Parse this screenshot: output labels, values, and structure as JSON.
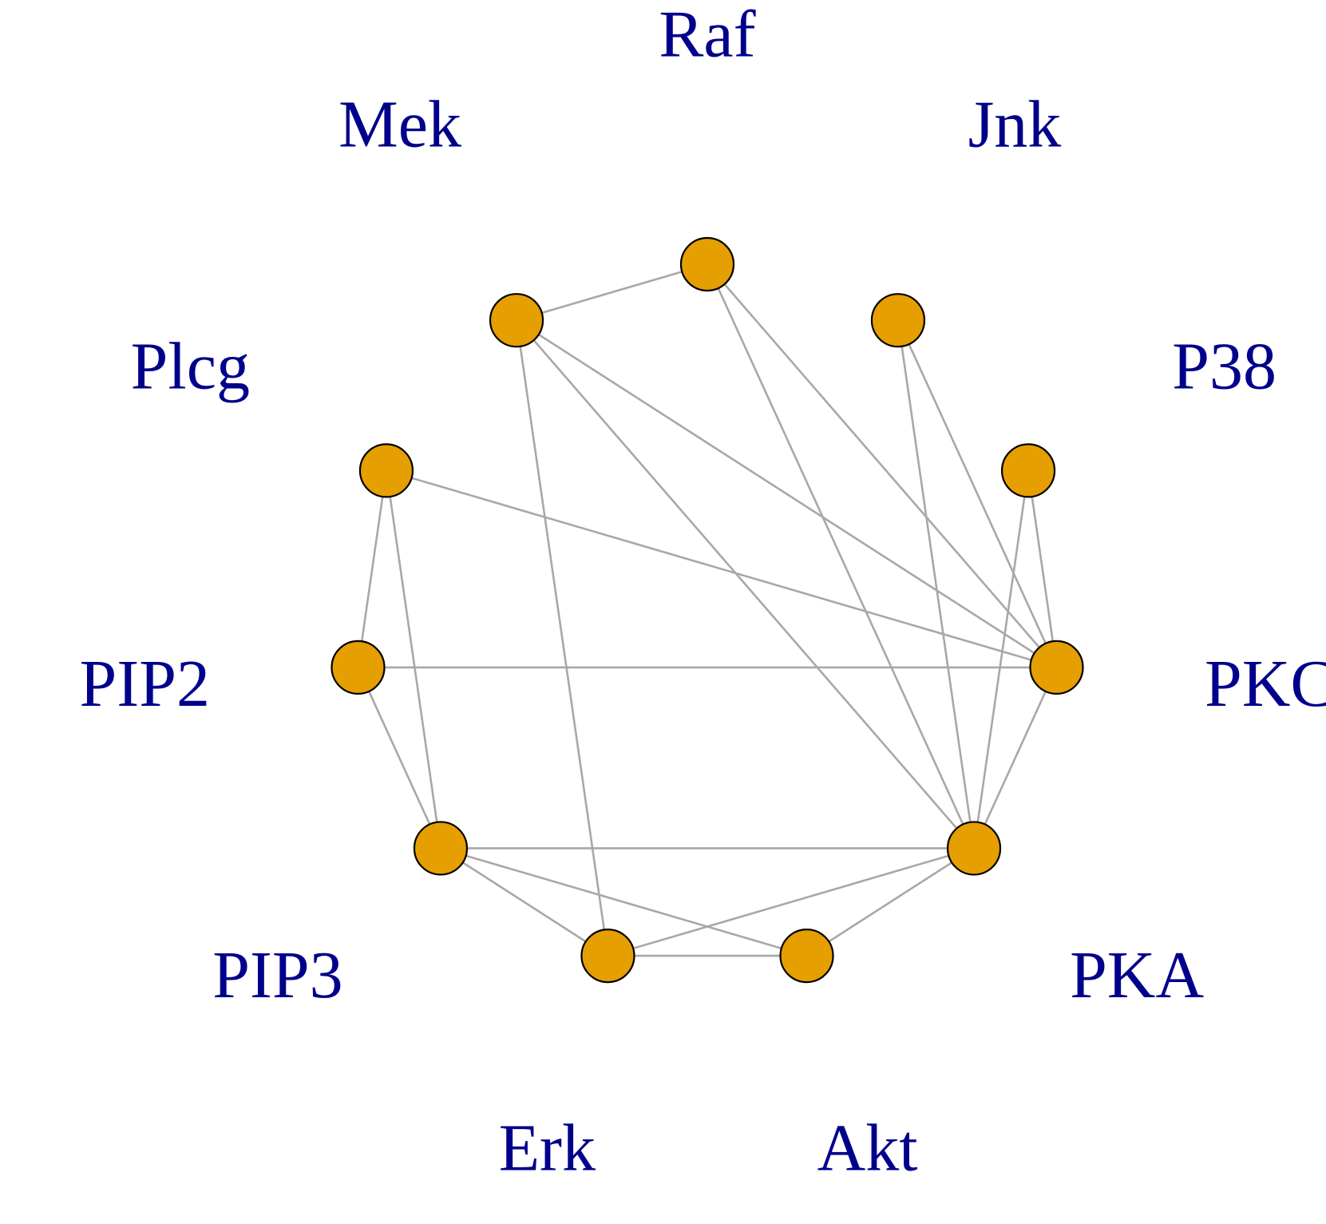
{
  "graph": {
    "node_fill": "#E69F00",
    "node_stroke": "#000000",
    "edge_color": "#A8A8A8",
    "label_color": "#00008B",
    "nodes": [
      {
        "id": "Raf",
        "label": "Raf"
      },
      {
        "id": "Jnk",
        "label": "Jnk"
      },
      {
        "id": "P38",
        "label": "P38"
      },
      {
        "id": "PKC",
        "label": "PKC"
      },
      {
        "id": "PKA",
        "label": "PKA"
      },
      {
        "id": "Akt",
        "label": "Akt"
      },
      {
        "id": "Erk",
        "label": "Erk"
      },
      {
        "id": "PIP3",
        "label": "PIP3"
      },
      {
        "id": "PIP2",
        "label": "PIP2"
      },
      {
        "id": "Plcg",
        "label": "Plcg"
      },
      {
        "id": "Mek",
        "label": "Mek"
      }
    ],
    "edges": [
      [
        "Raf",
        "Mek"
      ],
      [
        "Raf",
        "PKC"
      ],
      [
        "Raf",
        "PKA"
      ],
      [
        "Mek",
        "PKC"
      ],
      [
        "Mek",
        "PKA"
      ],
      [
        "Mek",
        "Erk"
      ],
      [
        "Jnk",
        "PKC"
      ],
      [
        "Jnk",
        "PKA"
      ],
      [
        "P38",
        "PKC"
      ],
      [
        "P38",
        "PKA"
      ],
      [
        "Plcg",
        "PKC"
      ],
      [
        "Plcg",
        "PIP2"
      ],
      [
        "Plcg",
        "PIP3"
      ],
      [
        "PIP2",
        "PKC"
      ],
      [
        "PIP2",
        "PIP3"
      ],
      [
        "PKC",
        "PKA"
      ],
      [
        "PIP3",
        "PKA"
      ],
      [
        "PIP3",
        "Erk"
      ],
      [
        "PIP3",
        "Akt"
      ],
      [
        "PKA",
        "Erk"
      ],
      [
        "PKA",
        "Akt"
      ],
      [
        "Erk",
        "Akt"
      ]
    ]
  }
}
